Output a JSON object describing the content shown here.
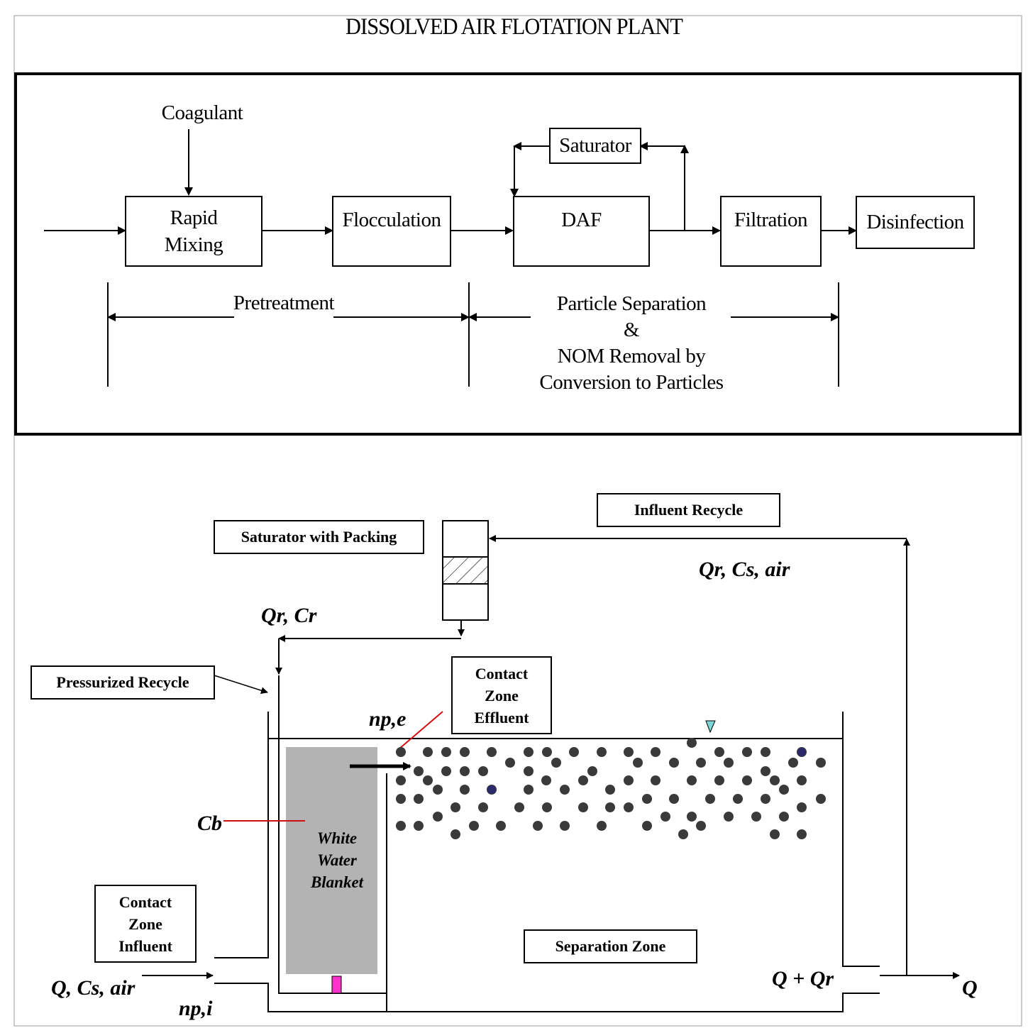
{
  "title": "DISSOLVED AIR FLOTATION PLANT",
  "flow": {
    "coagulant": "Coagulant",
    "rapid_mixing_line1": "Rapid",
    "rapid_mixing_line2": "Mixing",
    "flocculation": "Flocculation",
    "saturator": "Saturator",
    "daf": "DAF",
    "filtration": "Filtration",
    "disinfection": "Disinfection",
    "pretreatment": "Pretreatment",
    "separation_line1": "Particle Separation",
    "separation_line2": "&",
    "separation_line3": "NOM Removal by",
    "separation_line4": "Conversion to Particles"
  },
  "tank": {
    "influent_recycle": "Influent Recycle",
    "saturator_packing": "Saturator with Packing",
    "pressurized_recycle": "Pressurized Recycle",
    "contact_effluent_line1": "Contact",
    "contact_effluent_line2": "Zone",
    "contact_effluent_line3": "Effluent",
    "contact_influent_line1": "Contact",
    "contact_influent_line2": "Zone",
    "contact_influent_line3": "Influent",
    "separation_zone": "Separation Zone",
    "white_water_line1": "White",
    "white_water_line2": "Water",
    "white_water_line3": "Blanket",
    "qr_cs_air": "Qr, Cs, air",
    "qr_cr": "Qr, Cr",
    "np_e": "np,e",
    "cb": "Cb",
    "q_cs_air": "Q, Cs, air",
    "np_i": "np,i",
    "q_plus_qr": "Q + Qr",
    "q_out": "Q"
  },
  "colors": {
    "blanket": "#b3b3b3",
    "bubble": "#3a3a3a",
    "bubble_blue": "#2a2a6a",
    "leader_red": "#d01010",
    "nozzle": "#ff33cc",
    "water_marker": "#7fd6d6"
  }
}
